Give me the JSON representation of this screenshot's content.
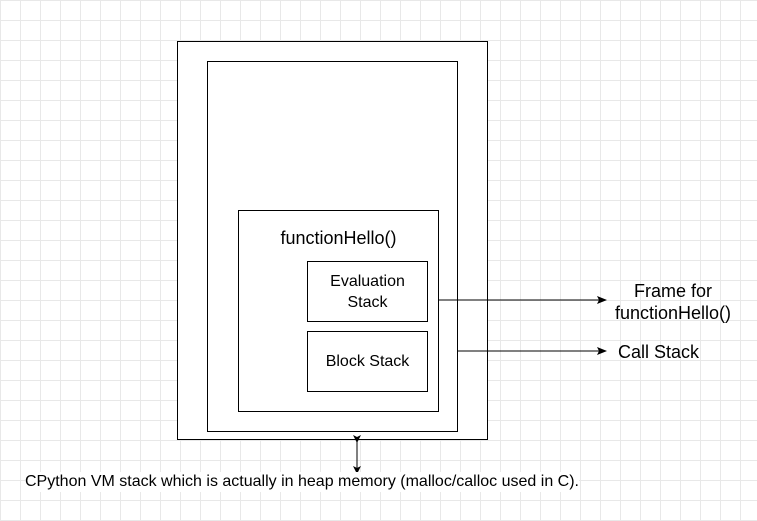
{
  "diagram": {
    "function_label": "functionHello()",
    "evaluation_stack": {
      "line1": "Evaluation",
      "line2": "Stack"
    },
    "block_stack": "Block Stack",
    "frame_label": {
      "line1": "Frame for",
      "line2": "functionHello()"
    },
    "call_stack_label": "Call Stack",
    "vm_stack_caption": "CPython VM stack which is actually in heap memory (malloc/calloc used in C)."
  }
}
